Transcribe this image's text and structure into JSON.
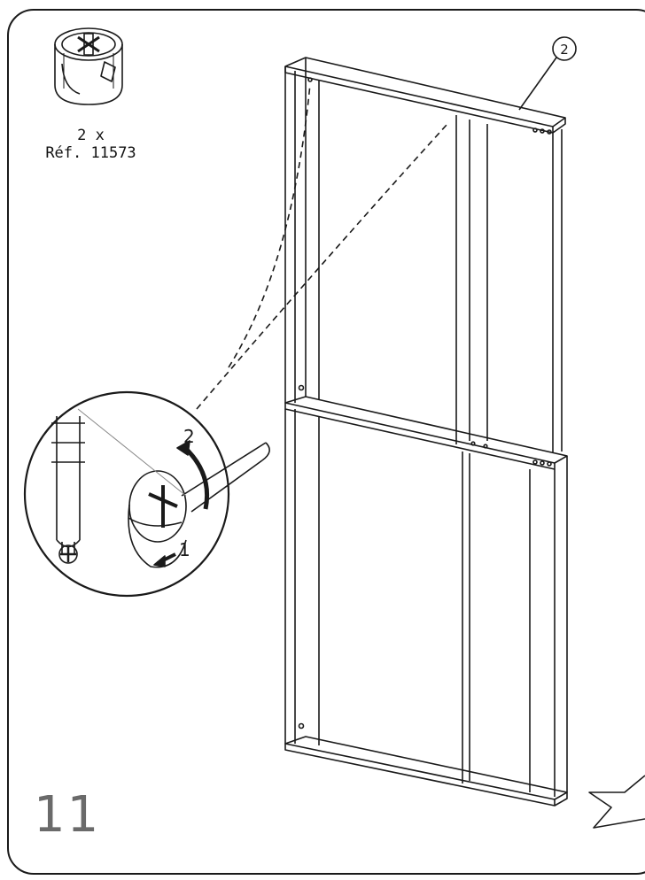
{
  "step": {
    "number": "11"
  },
  "part": {
    "quantity": "2 x",
    "reference": "Réf. 11573",
    "icon": "cam-lock-icon"
  },
  "callouts": {
    "panel_number": "2",
    "action_turn": "2",
    "action_push": "1"
  },
  "colors": {
    "line": "#1a1a1a",
    "step_number": "#6a6a6a"
  }
}
